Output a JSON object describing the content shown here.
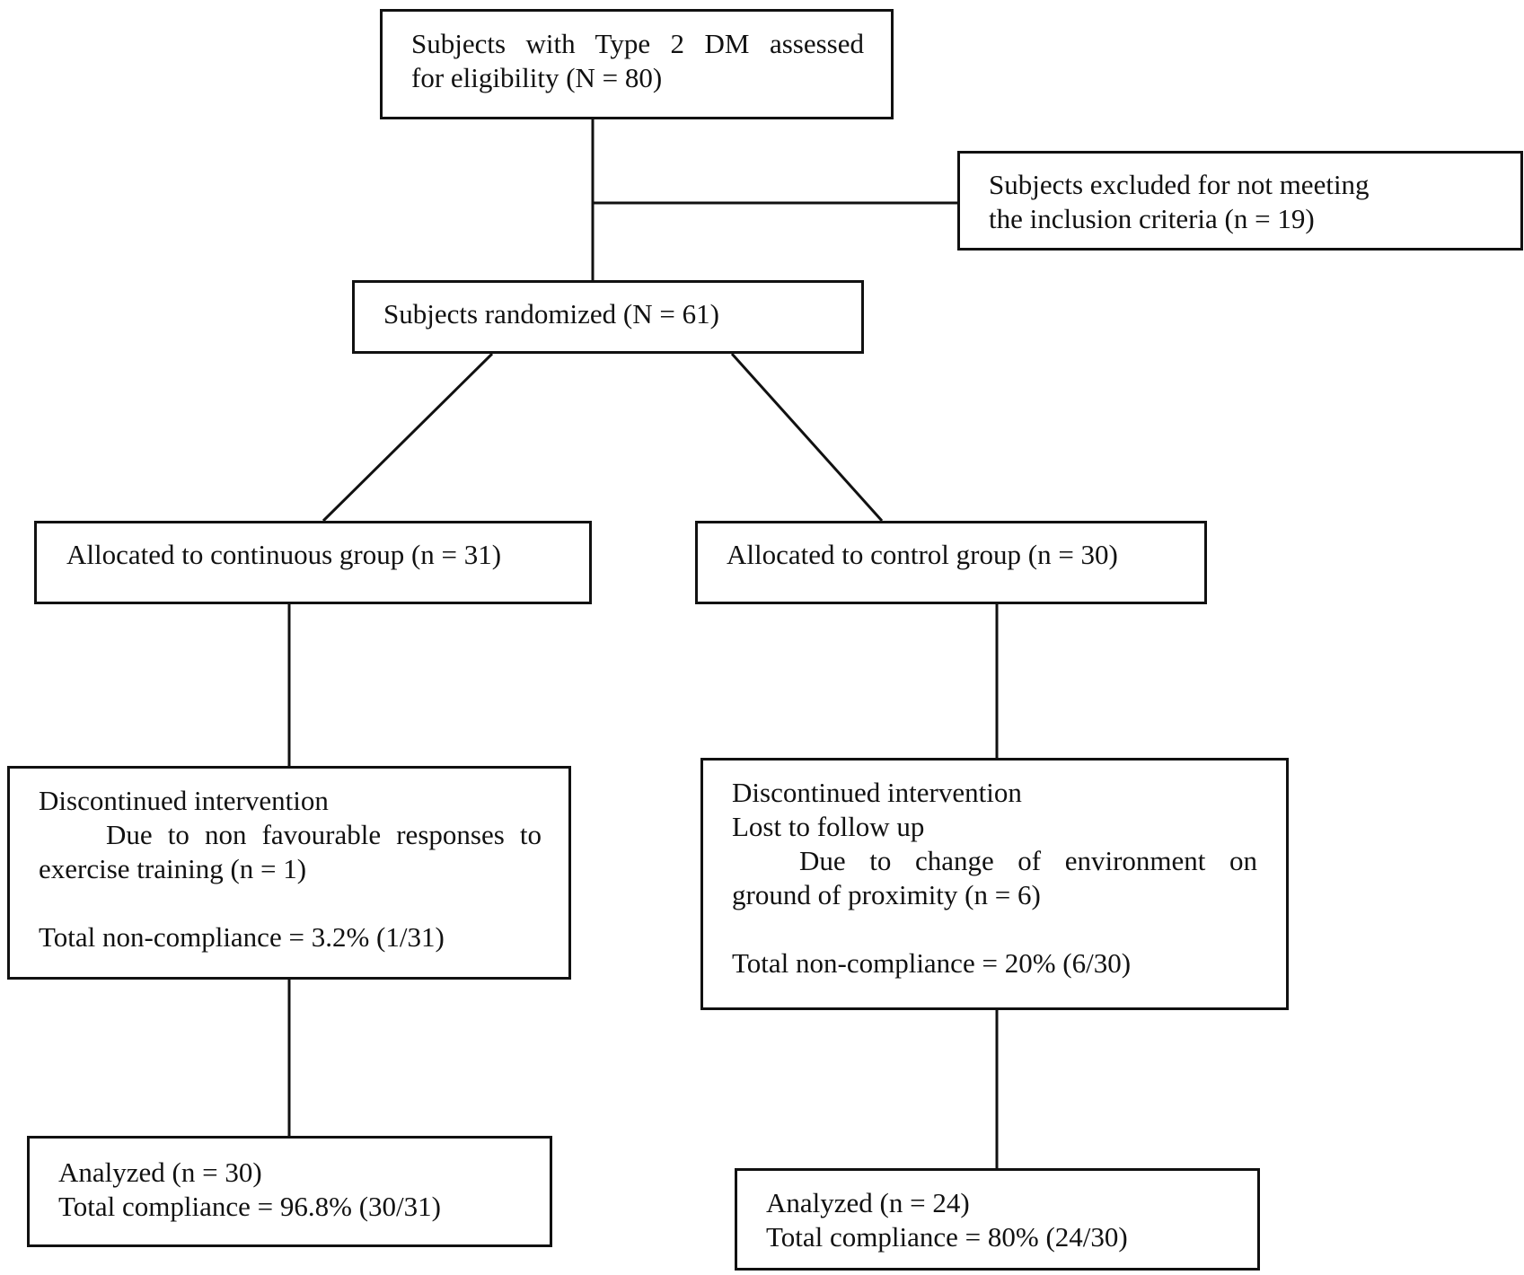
{
  "nodes": {
    "assessed": {
      "line1": "Subjects with Type 2 DM assessed",
      "line2": "for eligibility (N = 80)"
    },
    "excluded": {
      "line1": "Subjects excluded for not meeting",
      "line2": "the inclusion criteria (n = 19)"
    },
    "randomized": {
      "line1": "Subjects randomized (N = 61)"
    },
    "continuous_alloc": {
      "line1": "Allocated to continuous group (n = 31)"
    },
    "control_alloc": {
      "line1": "Allocated to control group (n = 30)"
    },
    "continuous_discontinued": {
      "line1": "Discontinued intervention",
      "line2": "Due to non favourable responses to",
      "line3": "exercise training (n = 1)",
      "line4": "Total non-compliance = 3.2% (1/31)"
    },
    "control_discontinued": {
      "line1": "Discontinued intervention",
      "line2": "Lost to follow up",
      "line3": "Due to change of environment on",
      "line4": "ground of proximity (n = 6)",
      "line5": "Total non-compliance = 20% (6/30)"
    },
    "continuous_analyzed": {
      "line1": "Analyzed (n = 30)",
      "line2": "Total compliance = 96.8% (30/31)"
    },
    "control_analyzed": {
      "line1": "Analyzed (n = 24)",
      "line2": "Total compliance = 80% (24/30)"
    }
  }
}
